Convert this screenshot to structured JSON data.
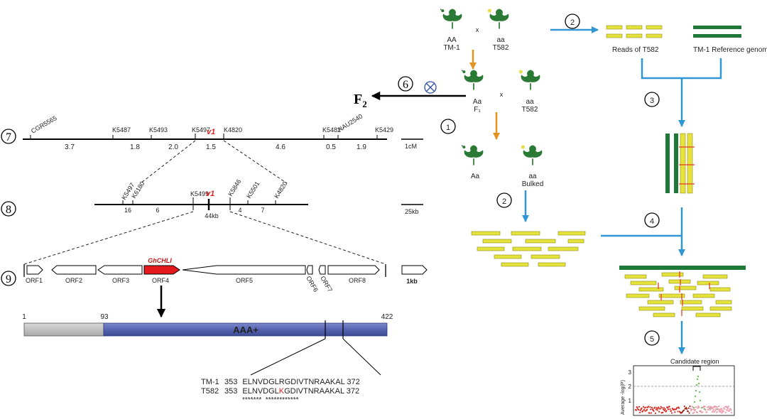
{
  "flow": {
    "parents": {
      "p1_genotype": "AA",
      "p1_name": "TM-1",
      "cross_symbol": "x",
      "p2_genotype": "aa",
      "p2_name": "T582"
    },
    "f1": {
      "genotype": "Aa",
      "name": "F₁",
      "cross_symbol": "x",
      "p2_genotype": "aa",
      "p2_name": "T582"
    },
    "bulks": {
      "dominant": "Aa",
      "recessive": "aa",
      "recessive_label": "Bulked"
    },
    "reads_label": "Reads of T582",
    "reference_label": "TM-1 Reference genome",
    "f2_label": "F",
    "f2_sub": "2",
    "steps": {
      "s1": "1",
      "s2a": "2",
      "s2b": "2",
      "s3": "3",
      "s4": "4",
      "s5": "5",
      "s6": "6"
    }
  },
  "maps": {
    "map7": {
      "number": "7",
      "markers": [
        "CGR5565",
        "K5487",
        "K5493",
        "K5497",
        "K4820",
        "K5482",
        "NAU2540",
        "K5429"
      ],
      "gene": "v1",
      "distances": [
        "3.7",
        "1.8",
        "2.0",
        "1.5",
        "4.6",
        "0.5",
        "1.9"
      ],
      "scale": "1cM"
    },
    "map8": {
      "number": "8",
      "markers": [
        "K5497",
        "K6180",
        "K5499",
        "K5846",
        "K5501",
        "K4820"
      ],
      "gene": "v1",
      "counts": [
        "16",
        "6",
        "4",
        "7"
      ],
      "interval": "44kb",
      "scale": "25kb"
    },
    "map9": {
      "number": "9",
      "gene_name": "GhCHLI",
      "orfs": [
        "ORF1",
        "ORF2",
        "ORF3",
        "ORF4",
        "ORF5",
        "ORF6",
        "ORF7",
        "ORF8"
      ],
      "scale": "1kb"
    }
  },
  "protein": {
    "start": "1",
    "domain_start": "93",
    "end": "422",
    "domain_label": "AAA+",
    "alignment": {
      "rows": [
        {
          "name": "TM-1",
          "start": "353",
          "seq_a": "ELNVDGL",
          "mut": "R",
          "seq_b": "GDIVTNRAAKAL",
          "end": "372"
        },
        {
          "name": "T582",
          "start": "353",
          "seq_a": "ELNVDGL",
          "mut": "K",
          "seq_b": "GDIVTNRAAKAL",
          "end": "372"
        }
      ],
      "conservation": "*******  ************"
    }
  },
  "plot": {
    "title": "Candidate region",
    "ylabel": "Average -log",
    "ylabel_p": "(P)",
    "yticks": [
      "1",
      "2",
      "3"
    ],
    "threshold": 2
  },
  "colors": {
    "leaf": "#2a7a35",
    "flower": "#e5de4a",
    "orange": "#e4921e",
    "blue": "#3197d4",
    "read": "#e5e23b",
    "readedge": "#8f8c18",
    "ref": "#1f7a3a",
    "snp": "#e23b2a",
    "orf4": "#e3191e",
    "domain": "#5664b0",
    "gray": "#bdbdbd",
    "gene": "#e0201e"
  }
}
